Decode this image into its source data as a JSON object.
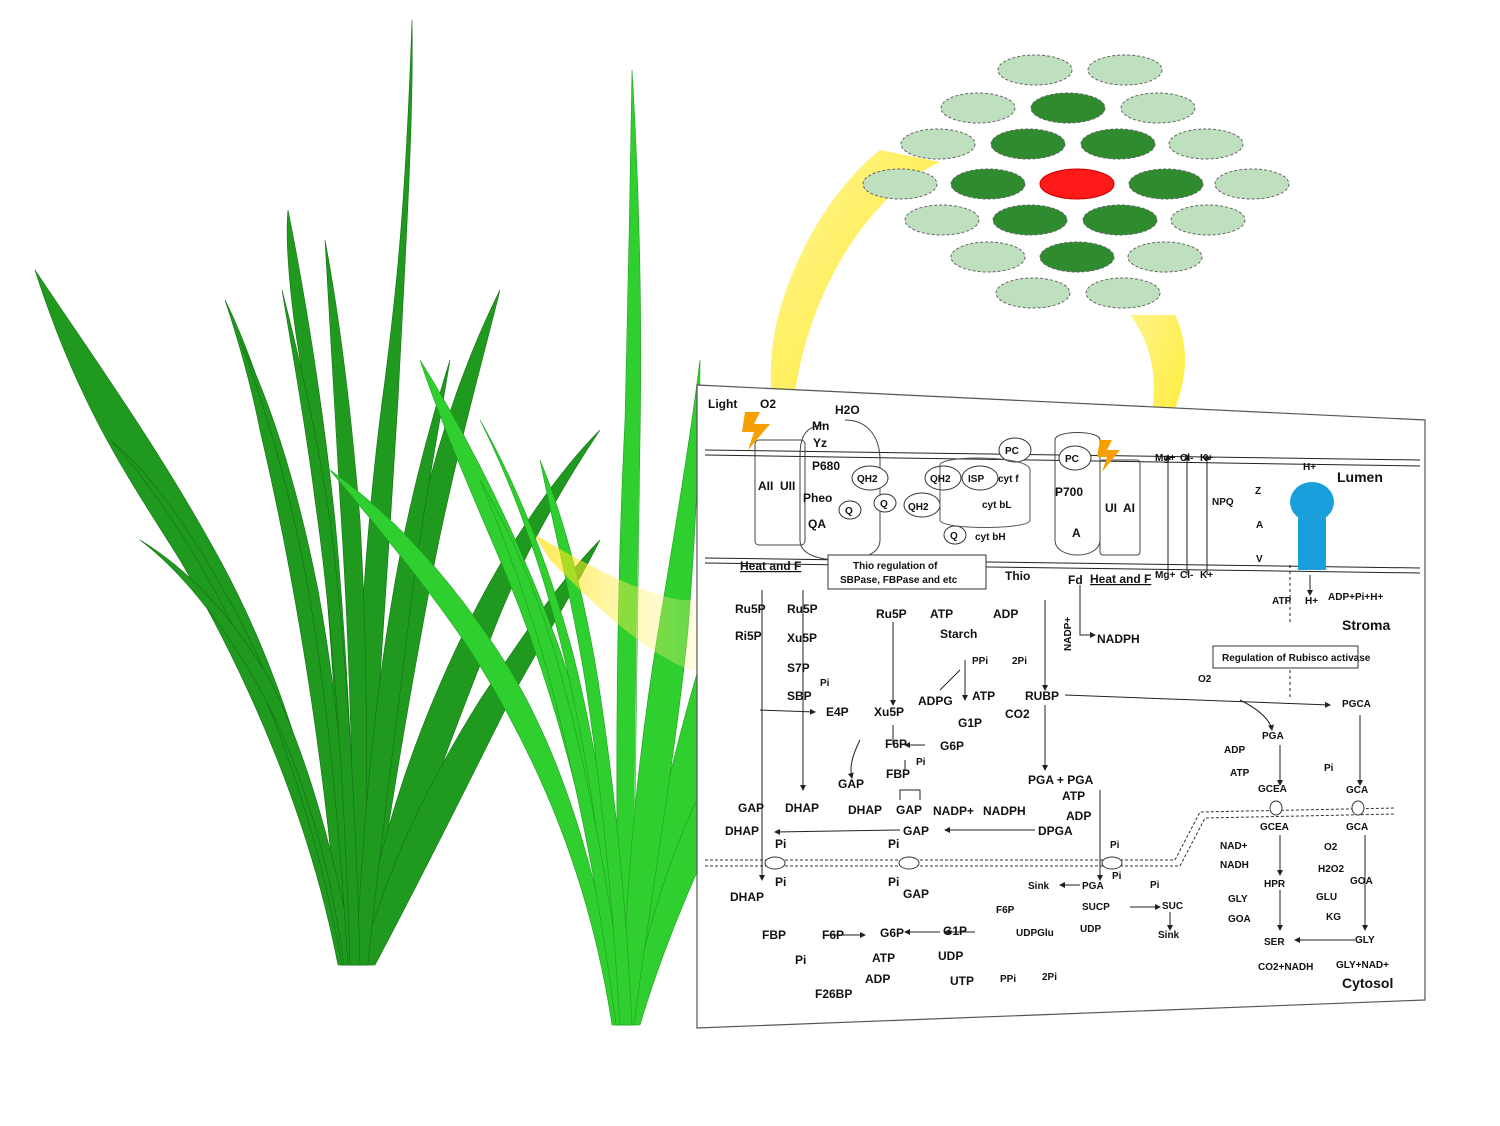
{
  "labels": {
    "light": "Light",
    "o2_top": "O2",
    "h2o": "H2O",
    "mn": "Mn",
    "yz": "Yz",
    "p680": "P680",
    "pheo": "Pheo",
    "qa": "QA",
    "a2": "AII",
    "u2": "UII",
    "qh2_1": "QH2",
    "qh2_2": "QH2",
    "qh2_3": "QH2",
    "q1": "Q",
    "q2": "Q",
    "q3": "Q",
    "isp": "ISP",
    "cytf": "cyt f",
    "pc1": "PC",
    "pc2": "PC",
    "cytbl": "cyt bL",
    "cytbh": "cyt bH",
    "p700": "P700",
    "a_ps1": "A",
    "u1": "UI",
    "a1": "AI",
    "heat_f_1": "Heat and F",
    "heat_f_2": "Heat and F",
    "mg_top": "Mg+",
    "cl_top": "Cl-",
    "k_top": "K+",
    "mg_bot": "Mg+",
    "cl_bot": "Cl-",
    "k_bot": "K+",
    "npq": "NPQ",
    "z": "Z",
    "a_xanth": "A",
    "v": "V",
    "h_top": "H+",
    "lumen": "Lumen",
    "stroma": "Stroma",
    "cytosol": "Cytosol",
    "thio_box_1": "Thio regulation of",
    "thio_box_2": "SBPase, FBPase and etc",
    "thio": "Thio",
    "fd": "Fd",
    "nadp": "NADP+",
    "nadph": "NADPH",
    "atp_synth": "ATP",
    "h_synth": "H+",
    "adp_pi_h": "ADP+Pi+H+",
    "rubisco_box": "Regulation of Rubisco activase",
    "ru5p_1": "Ru5P",
    "ru5p_2": "Ru5P",
    "ru5p_3": "Ru5P",
    "ri5p": "Ri5P",
    "xu5p_1": "Xu5P",
    "xu5p_2": "Xu5P",
    "s7p": "S7P",
    "pi_s7p": "Pi",
    "sbp": "SBP",
    "e4p": "E4P",
    "atp_starch": "ATP",
    "adp_starch": "ADP",
    "starch": "Starch",
    "ppi_2pi": "PPi",
    "two_pi": "2Pi",
    "adpg": "ADPG",
    "atp_adpg": "ATP",
    "g1p": "G1P",
    "f6p": "F6P",
    "g6p": "G6P",
    "pi_fbp": "Pi",
    "fbp": "FBP",
    "gap_1": "GAP",
    "gap_2": "GAP",
    "dhap_1": "DHAP",
    "dhap_2": "DHAP",
    "gap_3": "GAP",
    "rubp": "RUBP",
    "co2": "CO2",
    "pga_plus": "PGA  +  PGA",
    "atp_pga": "ATP",
    "adp_pga": "ADP",
    "nadp_2": "NADP+",
    "nadph_2": "NADPH",
    "dpga": "DPGA",
    "gap_main": "GAP",
    "dhap_main": "DHAP",
    "o2_pr": "O2",
    "pgca": "PGCA",
    "pga_pr": "PGA",
    "adp_pr": "ADP",
    "atp_pr": "ATP",
    "gcea_1": "GCEA",
    "pi_pr": "Pi",
    "gca_1": "GCA",
    "gcea_2": "GCEA",
    "gca_2": "GCA",
    "nad": "NAD+",
    "nadh": "NADH",
    "hpr": "HPR",
    "o2_per": "O2",
    "h2o2": "H2O2",
    "goa_1": "GOA",
    "gly_1": "GLY",
    "goa_2": "GOA",
    "glu": "GLU",
    "kg": "KG",
    "ser": "SER",
    "gly_2": "GLY",
    "co2_nadh": "CO2+NADH",
    "gly_nad": "GLY+NAD+",
    "pi_c1": "Pi",
    "pi_c2": "Pi",
    "pi_c3": "Pi",
    "pi_c4": "Pi",
    "pi_c5": "Pi",
    "pi_c6": "Pi",
    "dhap_cyt": "DHAP",
    "gap_cyt": "GAP",
    "sink_1": "Sink",
    "pga_cyt": "PGA",
    "pi_suc": "Pi",
    "f6p_suc": "F6P",
    "sucp": "SUCP",
    "suc": "SUC",
    "udpglu": "UDPGlu",
    "udp_suc": "UDP",
    "sink_2": "Sink",
    "fbp_cyt": "FBP",
    "f6p_cyt": "F6P",
    "g6p_cyt": "G6P",
    "g1p_cyt": "G1P",
    "pi_f26": "Pi",
    "atp_f26": "ATP",
    "udp_cyt": "UDP",
    "adp_f26": "ADP",
    "utp": "UTP",
    "ppi_cyt": "PPi",
    "two_pi_cyt": "2Pi",
    "f26bp": "F26BP"
  },
  "colors": {
    "plant_dark": "#1a8f1a",
    "plant_light": "#33d433",
    "leaf_dark": "#2e8b2e",
    "leaf_light": "#b8dcb8",
    "leaf_center": "#ff1a1a",
    "beam": "#ffee33",
    "atp_synthase": "#1a9fdc"
  },
  "icons": [
    "lightning-icon",
    "lightning-icon",
    "atp-synthase-icon"
  ]
}
